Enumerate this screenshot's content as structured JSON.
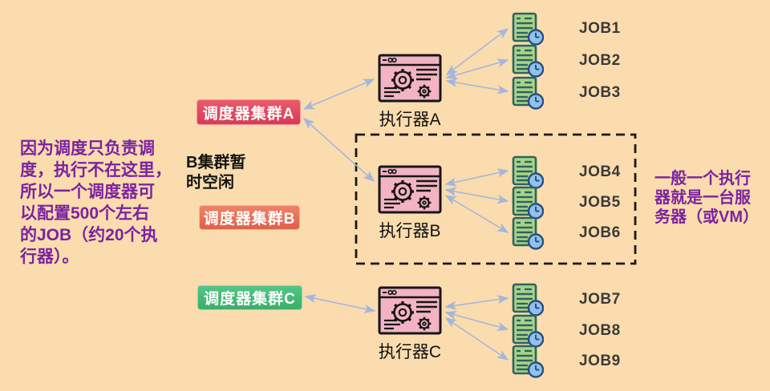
{
  "diagram": {
    "left_note": "因为调度只负责调\n度，执行不在这里，\n所以一个调度器可\n以配置500个左右\n的JOB（约20个执\n行器）。",
    "b_idle_note": "B集群暂\n时空闲",
    "right_note": "一般一个执行\n器就是一台服\n务器（或VM）",
    "schedulers": [
      {
        "id": "A",
        "label": "调度器集群A",
        "color": "#E2485C"
      },
      {
        "id": "B",
        "label": "调度器集群B",
        "color": "#E7745A"
      },
      {
        "id": "C",
        "label": "调度器集群C",
        "color": "#45BA77"
      }
    ],
    "executors": [
      {
        "id": "A",
        "label": "执行器A"
      },
      {
        "id": "B",
        "label": "执行器B"
      },
      {
        "id": "C",
        "label": "执行器C"
      }
    ],
    "jobs": [
      "JOB1",
      "JOB2",
      "JOB3",
      "JOB4",
      "JOB5",
      "JOB6",
      "JOB7",
      "JOB8",
      "JOB9"
    ],
    "colors": {
      "background": "#FBDCAE",
      "arrow": "#A4B6DC",
      "note_text": "#7B23A0",
      "executor_fill": "#F3B3C4",
      "job_fill": "#A8D584",
      "clock_fill": "#8FC2EC",
      "dashed_border": "#191919"
    }
  }
}
